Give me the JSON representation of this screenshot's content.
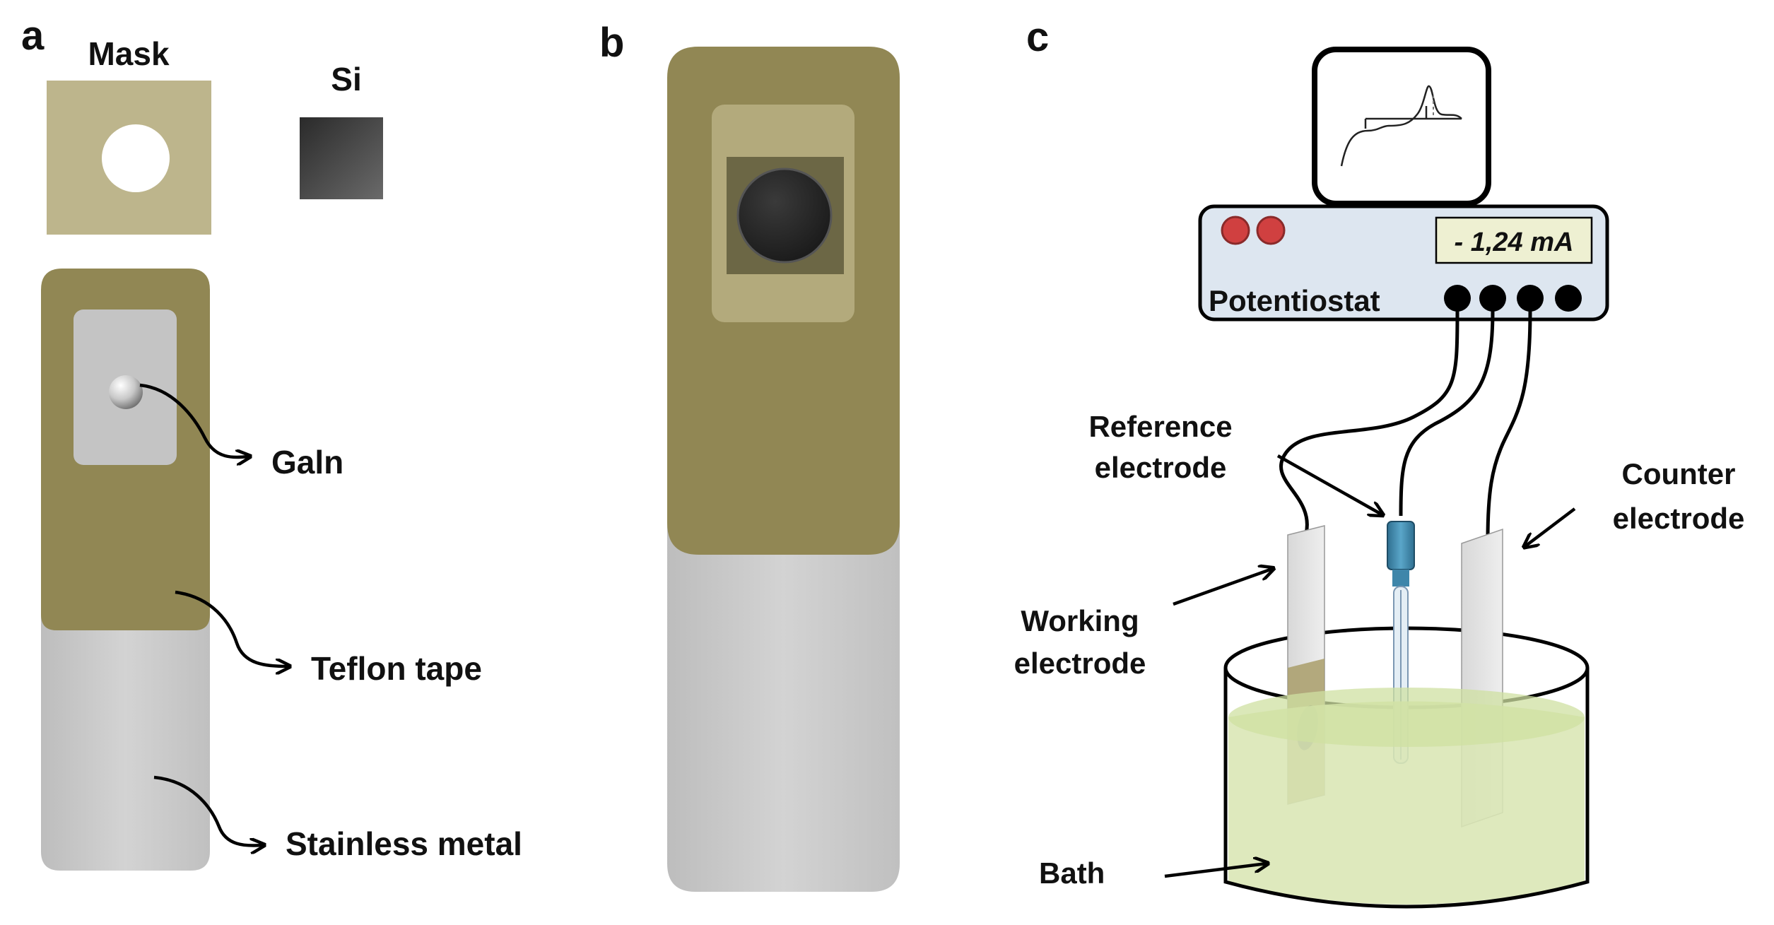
{
  "panels": {
    "a": {
      "letter": "a",
      "mask_label": "Mask",
      "si_label": "Si",
      "gain_label": "Galn",
      "teflon_label": "Teflon tape",
      "stainless_label": "Stainless metal"
    },
    "b": {
      "letter": "b"
    },
    "c": {
      "letter": "c",
      "device_label": "Potentiostat",
      "readout": "- 1,24 mA",
      "reference_label": [
        "Reference",
        "electrode"
      ],
      "counter_label": [
        "Counter",
        "electrode"
      ],
      "working_label": [
        "Working",
        "electrode"
      ],
      "bath_label": "Bath"
    }
  },
  "colors": {
    "teflon": "#918754",
    "mask": "#bdb58c",
    "steel": "#c9c9c9",
    "bath": "#d9e6b4",
    "probe": "#3e86aa",
    "device": "#dde6f0",
    "display": "#eef0d2",
    "led": "#d04040"
  }
}
